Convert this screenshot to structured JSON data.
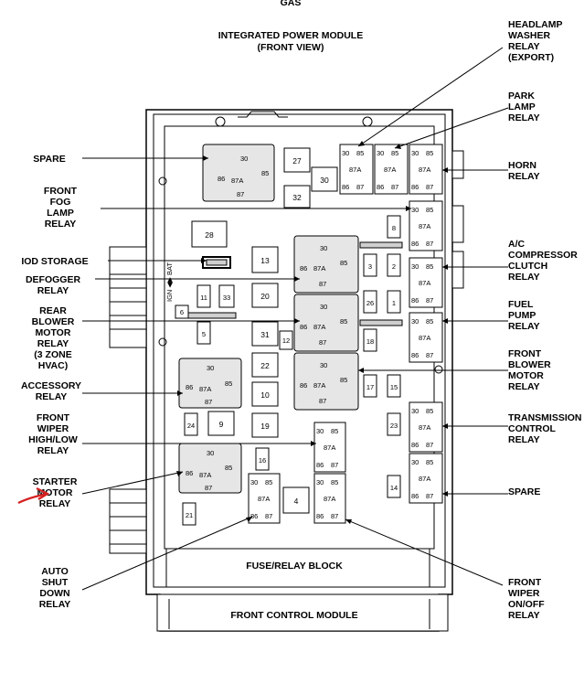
{
  "header": {
    "top_cut": "GAS",
    "title_line1": "INTEGRATED POWER MODULE",
    "title_line2": "(FRONT VIEW)"
  },
  "left_labels": {
    "spare": [
      "SPARE"
    ],
    "front_fog": [
      "FRONT",
      "FOG",
      "LAMP",
      "RELAY"
    ],
    "iod": [
      "IOD STORAGE"
    ],
    "defogger": [
      "DEFOGGER",
      "RELAY"
    ],
    "rear_blower": [
      "REAR",
      "BLOWER",
      "MOTOR",
      "RELAY",
      "(3 ZONE",
      "HVAC)"
    ],
    "accessory": [
      "ACCESSORY",
      "RELAY"
    ],
    "front_wiper_hl": [
      "FRONT",
      "WIPER",
      "HIGH/LOW",
      "RELAY"
    ],
    "starter": [
      "STARTER",
      "MOTOR",
      "RELAY"
    ],
    "asd": [
      "AUTO",
      "SHUT",
      "DOWN",
      "RELAY"
    ]
  },
  "right_labels": {
    "headlamp_washer": [
      "HEADLAMP",
      "WASHER",
      "RELAY",
      "(EXPORT)"
    ],
    "park_lamp": [
      "PARK",
      "LAMP",
      "RELAY"
    ],
    "horn": [
      "HORN",
      "RELAY"
    ],
    "ac_clutch": [
      "A/C",
      "COMPRESSOR",
      "CLUTCH",
      "RELAY"
    ],
    "fuel_pump": [
      "FUEL",
      "PUMP",
      "RELAY"
    ],
    "front_blower": [
      "FRONT",
      "BLOWER",
      "MOTOR",
      "RELAY"
    ],
    "transmission": [
      "TRANSMISSION",
      "CONTROL",
      "RELAY"
    ],
    "spare_r": [
      "SPARE"
    ],
    "front_wiper_onoff": [
      "FRONT",
      "WIPER",
      "ON/OFF",
      "RELAY"
    ]
  },
  "bottom_labels": {
    "fuse_relay_block": "FUSE/RELAY BLOCK",
    "front_control_module": "FRONT CONTROL MODULE"
  },
  "ign_bat": "IGN ◀▶ BAT",
  "pins": {
    "p30": "30",
    "p85": "85",
    "p86": "86",
    "p87": "87",
    "p87a": "87A"
  },
  "fuses": {
    "f1": "1",
    "f2": "2",
    "f3": "3",
    "f4": "4",
    "f5": "5",
    "f6": "6",
    "f8": "8",
    "f9": "9",
    "f10": "10",
    "f11": "11",
    "f12": "12",
    "f13": "13",
    "f14": "14",
    "f15": "15",
    "f16": "16",
    "f17": "17",
    "f18": "18",
    "f19": "19",
    "f20": "20",
    "f21": "21",
    "f22": "22",
    "f23": "23",
    "f24": "24",
    "f26": "26",
    "f27": "27",
    "f28": "28",
    "f30": "30",
    "f31": "31",
    "f32": "32",
    "f33": "33"
  },
  "colors": {
    "annotation_arrow": "#d62020"
  }
}
